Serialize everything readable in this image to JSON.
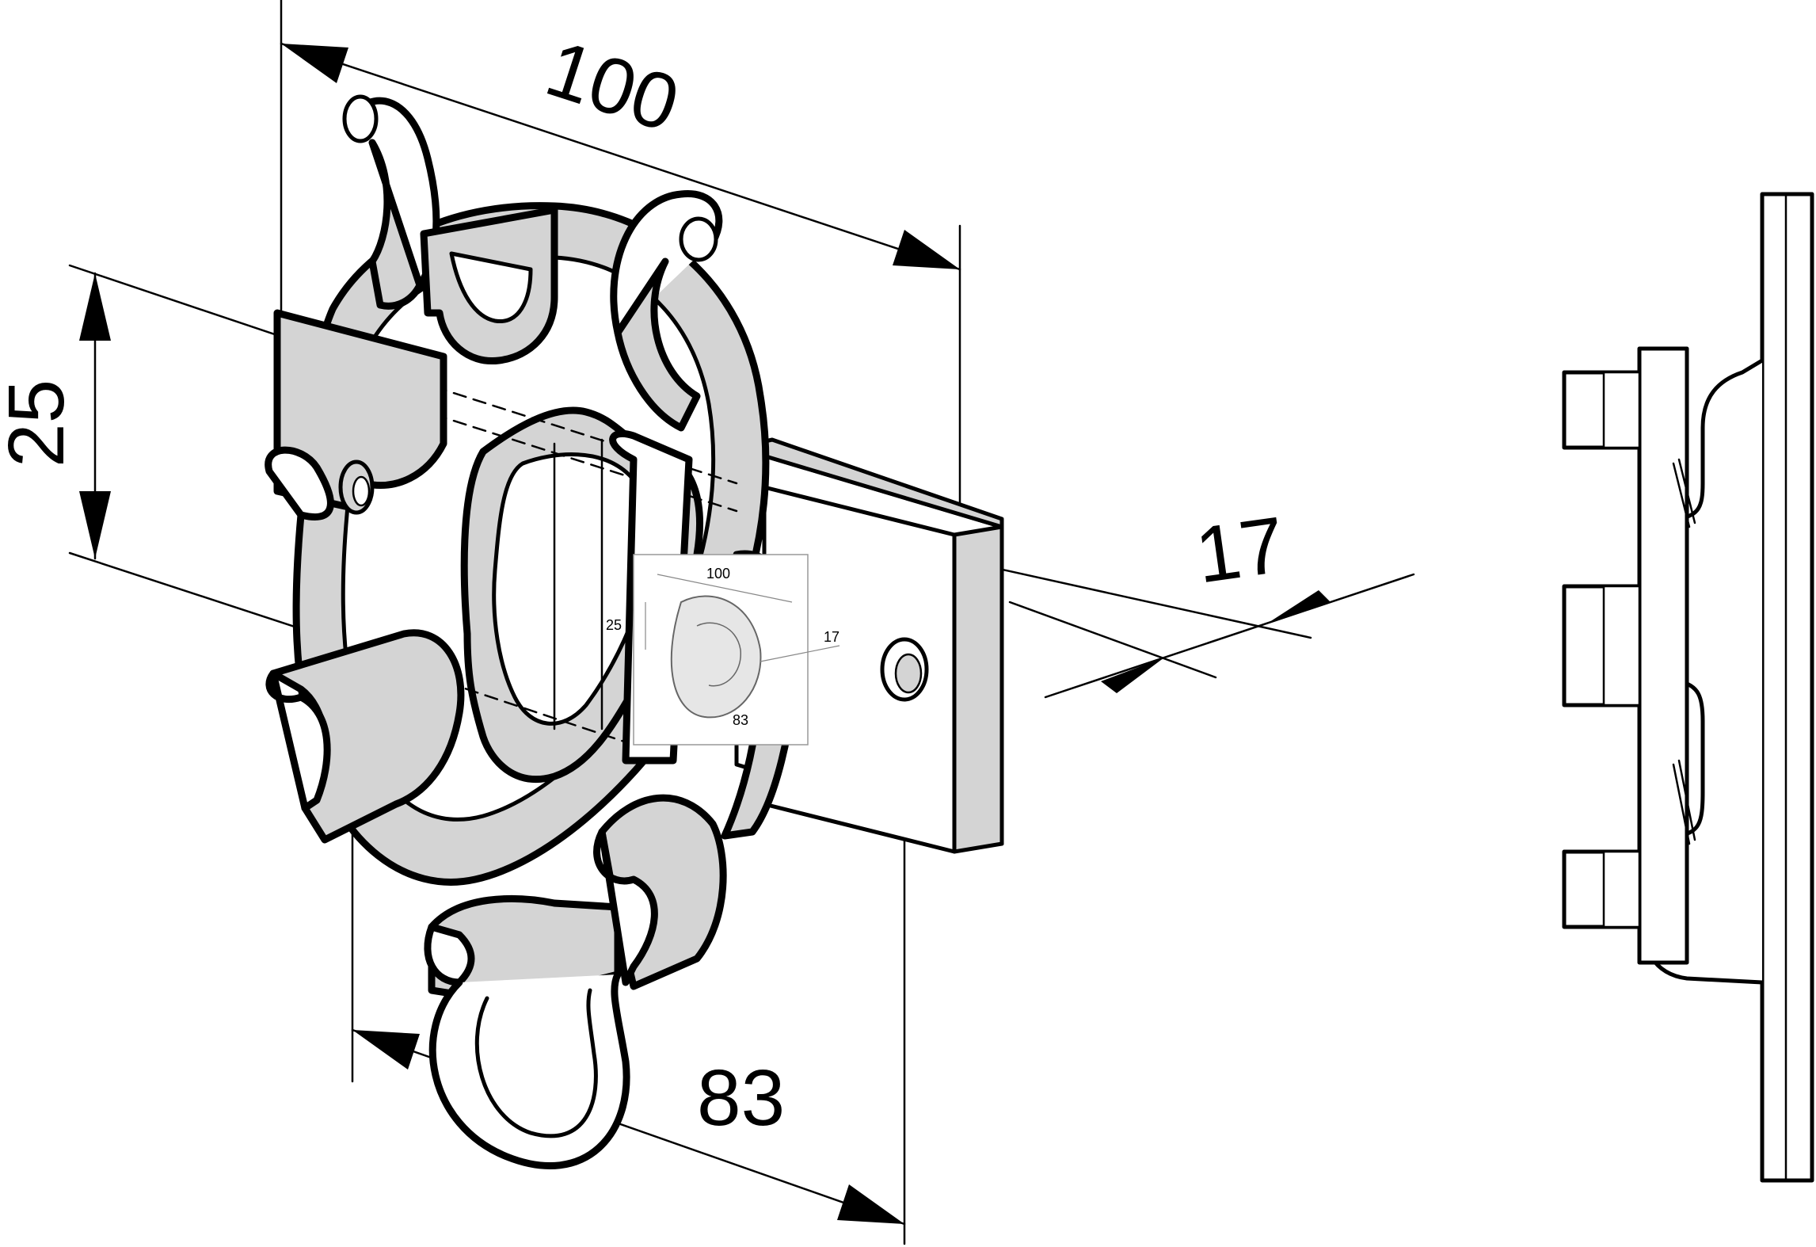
{
  "dimensions": {
    "width_label": "100",
    "height_label": "25",
    "thickness_label": "17",
    "inner_label": "83"
  },
  "thumbnail": {
    "width_label": "100",
    "height_label": "25",
    "thickness_label": "17",
    "inner_label": "83"
  },
  "colors": {
    "ink": "#000000",
    "shade": "#d4d4d4",
    "background": "#ffffff"
  }
}
